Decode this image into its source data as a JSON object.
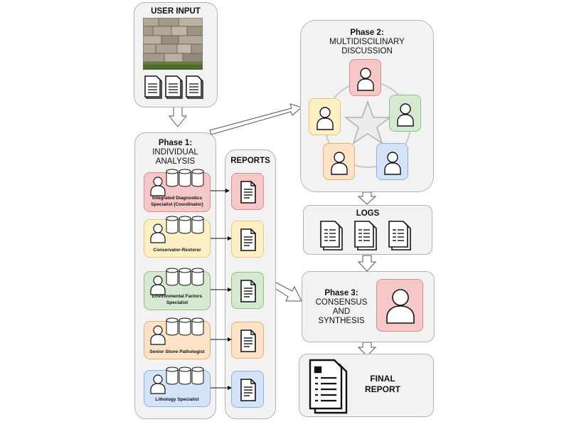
{
  "user_input": {
    "title": "USER INPUT"
  },
  "phase1": {
    "title": "Phase 1:",
    "subtitle_line1": "INDIVIDUAL",
    "subtitle_line2": "ANALYSIS"
  },
  "roles": [
    {
      "label": "Integrated Diagnostics Specialist (Coordinator)",
      "color": "#f5c7c7",
      "border": "#d98c8c"
    },
    {
      "label": "Conservator-Restorer",
      "color": "#fdf0c4",
      "border": "#e1c97a"
    },
    {
      "label": "Environmental Factors Specialist",
      "color": "#d5e8d0",
      "border": "#8fbf86"
    },
    {
      "label": "Senior Stone Pathologist",
      "color": "#fde2c5",
      "border": "#e5b07a"
    },
    {
      "label": "Lithology Specialist",
      "color": "#d4e3f7",
      "border": "#8fb0dd"
    }
  ],
  "reports": {
    "title": "REPORTS"
  },
  "phase2": {
    "title": "Phase 2:",
    "subtitle_line1": "MULTIDISCILINARY",
    "subtitle_line2": "DISCUSSION"
  },
  "logs": {
    "title": "LOGS"
  },
  "phase3": {
    "title": "Phase 3:",
    "subtitle_line1": "CONSENSUS",
    "subtitle_line2": "AND",
    "subtitle_line3": "SYNTHESIS",
    "color": "#f5c7c7"
  },
  "final": {
    "title_line1": "FINAL",
    "title_line2": "REPORT"
  }
}
